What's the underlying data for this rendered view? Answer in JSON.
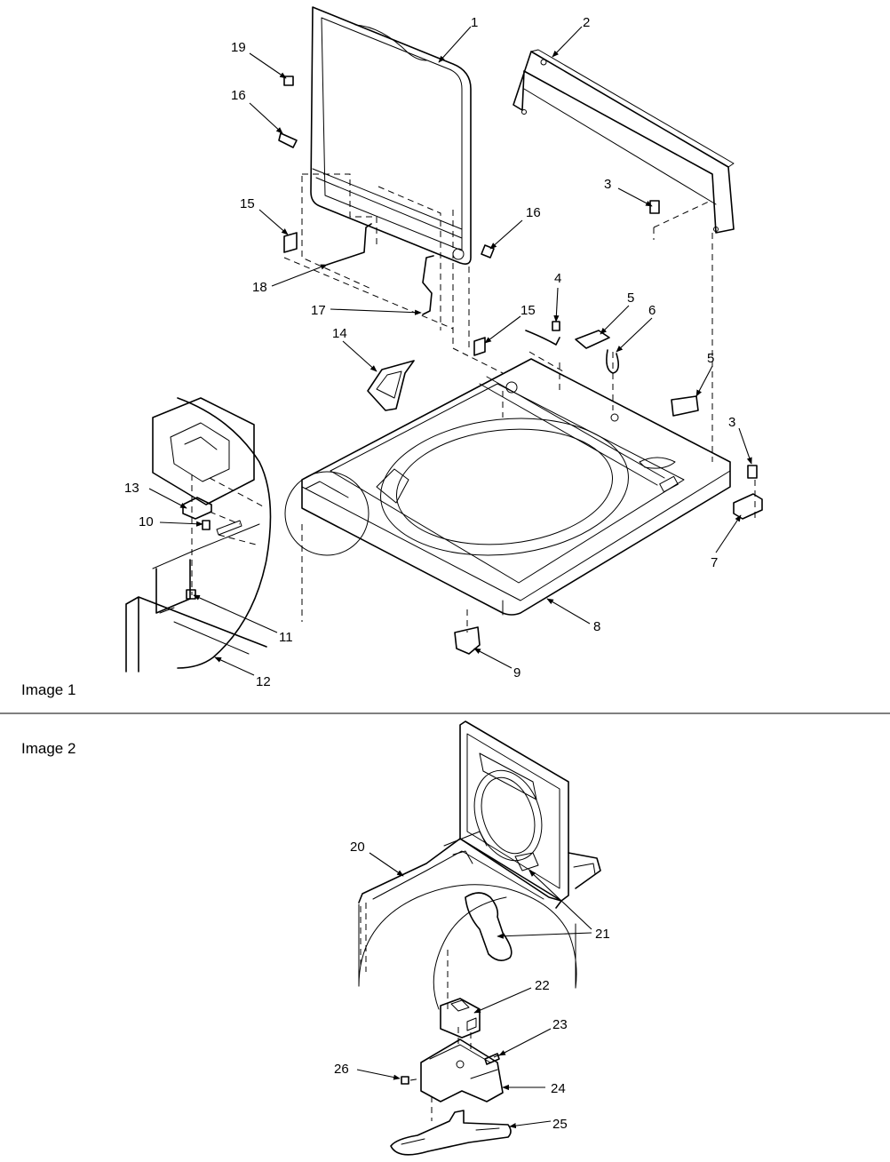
{
  "panels": [
    {
      "label": "Image 1"
    },
    {
      "label": "Image 2"
    }
  ],
  "callouts_image1": [
    "1",
    "2",
    "3",
    "16",
    "19",
    "16",
    "15",
    "18",
    "17",
    "15",
    "4",
    "5",
    "6",
    "14",
    "5",
    "3",
    "13",
    "10",
    "7",
    "11",
    "8",
    "12",
    "9"
  ],
  "callouts_image2": [
    "20",
    "21",
    "22",
    "23",
    "26",
    "24",
    "25"
  ]
}
